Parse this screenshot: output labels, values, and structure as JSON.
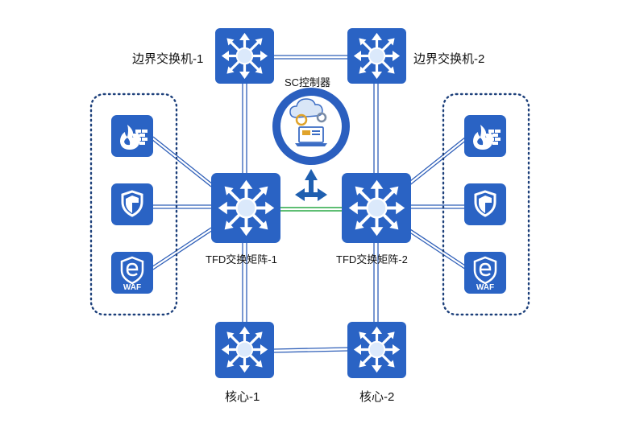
{
  "labels": {
    "border_switch_1": "边界交换机-1",
    "border_switch_2": "边界交换机-2",
    "sc_controller": "SC控制器",
    "tfd_matrix_1": "TFD交换矩阵-1",
    "tfd_matrix_2": "TFD交换矩阵-2",
    "core_1": "核心-1",
    "core_2": "核心-2"
  },
  "devices": {
    "left": [
      {
        "icon": "firewall-icon"
      },
      {
        "icon": "shield-icon"
      },
      {
        "icon": "waf-icon",
        "text": "WAF"
      }
    ],
    "right": [
      {
        "icon": "firewall-icon"
      },
      {
        "icon": "shield-icon"
      },
      {
        "icon": "waf-icon",
        "text": "WAF"
      }
    ]
  },
  "colors": {
    "tile": "#2a63c4",
    "tile_dark": "#1c4fa6",
    "link": "#2f5fb8",
    "green_link": "#29a845",
    "group_border": "#1c3f7a",
    "controller_ring": "#2b5fbf"
  }
}
